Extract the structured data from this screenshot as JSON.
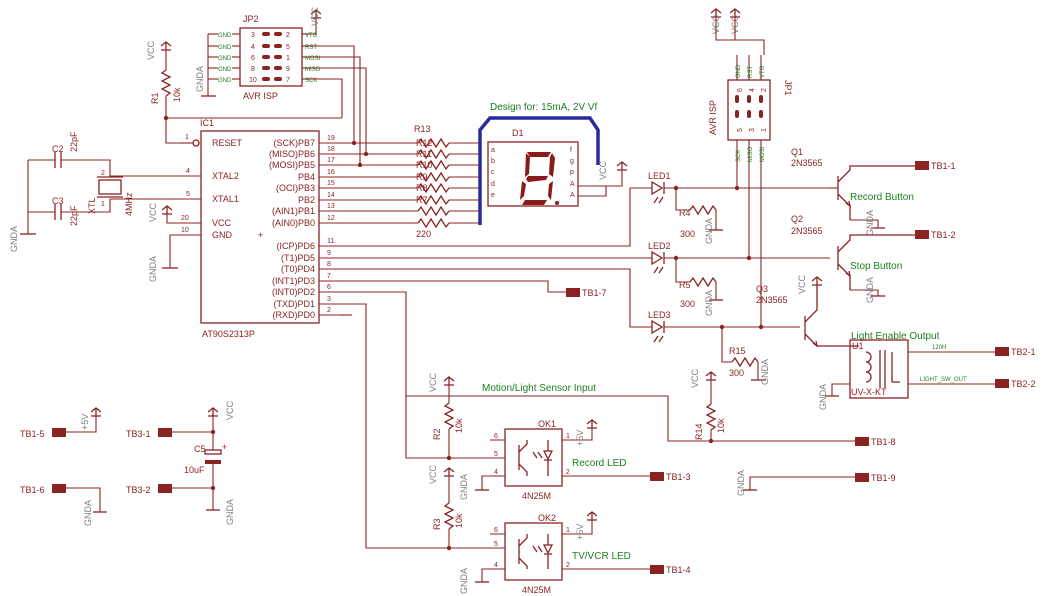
{
  "ic1": {
    "ref": "IC1",
    "part": "AT90S2313P",
    "pins_left": [
      {
        "num": "1",
        "name": "RESET"
      },
      {
        "num": "4",
        "name": "XTAL2"
      },
      {
        "num": "5",
        "name": "XTAL1"
      },
      {
        "num": "20",
        "name": "VCC"
      },
      {
        "num": "10",
        "name": "GND"
      }
    ],
    "pins_right": [
      {
        "num": "19",
        "name": "(SCK)PB7"
      },
      {
        "num": "18",
        "name": "(MISO)PB6"
      },
      {
        "num": "17",
        "name": "(MOSI)PB5"
      },
      {
        "num": "16",
        "name": "PB4"
      },
      {
        "num": "15",
        "name": "(OCI)PB3"
      },
      {
        "num": "14",
        "name": "PB2"
      },
      {
        "num": "13",
        "name": "(AIN1)PB1"
      },
      {
        "num": "12",
        "name": "(AIN0)PB0"
      },
      {
        "num": "11",
        "name": "(ICP)PD6"
      },
      {
        "num": "9",
        "name": "(T1)PD5"
      },
      {
        "num": "8",
        "name": "(T0)PD4"
      },
      {
        "num": "7",
        "name": "(INT1)PD3"
      },
      {
        "num": "6",
        "name": "(INT0)PD2"
      },
      {
        "num": "3",
        "name": "(TXD)PD1"
      },
      {
        "num": "2",
        "name": "(RXD)PD0"
      }
    ]
  },
  "jp2": {
    "ref": "JP2",
    "caption": "AVR ISP",
    "rows": [
      {
        "l": "GND",
        "p1": "3",
        "p2": "2",
        "r": "VTG"
      },
      {
        "l": "GND",
        "p1": "4",
        "p2": "5",
        "r": "RST"
      },
      {
        "l": "GND",
        "p1": "6",
        "p2": "1",
        "r": "MOSI"
      },
      {
        "l": "GND",
        "p1": "8",
        "p2": "9",
        "r": "MISO"
      },
      {
        "l": "GND",
        "p1": "10",
        "p2": "7",
        "r": "SCK"
      }
    ]
  },
  "jp1": {
    "ref": "JP1",
    "caption": "AVR ISP",
    "top_labels": [
      "GND",
      "RST",
      "VTG"
    ],
    "bottom_labels": [
      "SCK",
      "MISO",
      "MOSI"
    ],
    "top_pins": [
      "6",
      "4",
      "2"
    ],
    "bottom_pins": [
      "5",
      "3",
      "1"
    ]
  },
  "r1": {
    "ref": "R1",
    "value": "10k"
  },
  "c2": {
    "ref": "C2",
    "value": "22pF"
  },
  "c3": {
    "ref": "C3",
    "value": "22pF"
  },
  "xtal": {
    "ref": "XTL",
    "value": "4MHz",
    "pin1": "1",
    "pin2": "2"
  },
  "resistor_bank": {
    "refs": [
      "R13",
      "R12",
      "R11",
      "R10",
      "R9",
      "R8",
      "R7"
    ],
    "value": "220"
  },
  "d1": {
    "ref": "D1",
    "pins_left": [
      "a",
      "b",
      "c",
      "d",
      "e"
    ],
    "pins_right": [
      "f",
      "g",
      "p",
      "A",
      "A"
    ]
  },
  "design_note": "Design for: 15mA, 2V Vf",
  "leds": [
    {
      "ref": "LED1",
      "r_ref": "R4",
      "r_val": "300"
    },
    {
      "ref": "LED2",
      "r_ref": "R5",
      "r_val": "300"
    },
    {
      "ref": "LED3",
      "r_ref": "R15",
      "r_val": "300"
    }
  ],
  "transistors": [
    {
      "ref": "Q1",
      "part": "2N3565",
      "label": "Record Button",
      "tb": "TB1-1"
    },
    {
      "ref": "Q2",
      "part": "2N3565",
      "label": "Stop Button",
      "tb": "TB1-2"
    },
    {
      "ref": "Q3",
      "part": "2N3565"
    }
  ],
  "u1": {
    "ref": "U1",
    "part": "UV-X-KT",
    "label": "Light Enable Output",
    "net1": "120H",
    "net2": "LIGHT_SW_OUT",
    "tb1": "TB2-1",
    "tb2": "TB2-2"
  },
  "r14": {
    "ref": "R14",
    "value": "10k"
  },
  "r2": {
    "ref": "R2",
    "value": "10k"
  },
  "r3": {
    "ref": "R3",
    "value": "10k"
  },
  "ok1": {
    "ref": "OK1",
    "part": "4N25M",
    "label": "Record LED",
    "tb": "TB1-3",
    "pins": [
      "6",
      "5",
      "4",
      "1",
      "2"
    ]
  },
  "ok2": {
    "ref": "OK2",
    "part": "4N25M",
    "label": "TV/VCR LED",
    "tb": "TB1-4",
    "pins": [
      "6",
      "5",
      "4",
      "1",
      "2"
    ]
  },
  "motion_label": "Motion/Light Sensor Input",
  "c5": {
    "ref": "C5",
    "value": "10uF"
  },
  "terminals": {
    "tb1_5": "TB1-5",
    "tb1_6": "TB1-6",
    "tb3_1": "TB3-1",
    "tb3_2": "TB3-2",
    "tb1_7": "TB1-7",
    "tb1_8": "TB1-8",
    "tb1_9": "TB1-9"
  },
  "supply": {
    "vcc": "VCC",
    "gnda": "GNDA",
    "p5v": "+5V"
  },
  "colors": {
    "net": "#8b2323",
    "green_label": "#1e7f1e",
    "bus": "#2a2aa0",
    "gray_label": "#7f7f7f"
  }
}
